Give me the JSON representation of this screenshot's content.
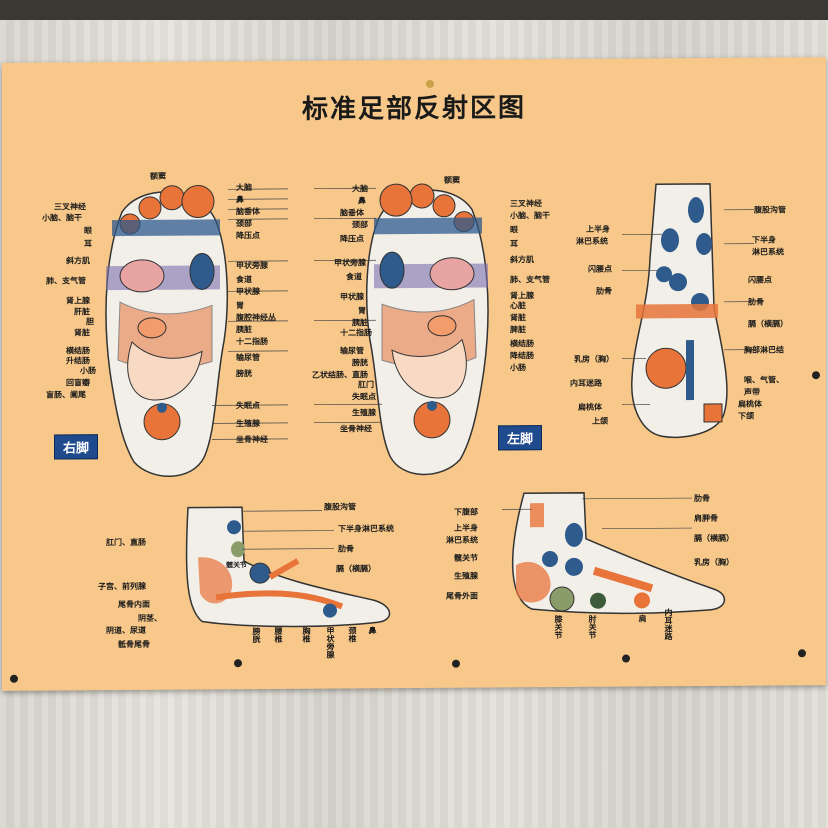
{
  "poster": {
    "title": "标准足部反射区图",
    "right_foot_tag": "右脚",
    "left_foot_tag": "左脚",
    "right_sole_labels": {
      "top": "额窦",
      "left": [
        "三叉神经",
        "小脑、脑干",
        "眼",
        "耳",
        "斜方肌",
        "肺、支气管",
        "肾上腺",
        "肝脏",
        "胆",
        "肾脏",
        "横结肠",
        "升结肠",
        "小肠",
        "回盲瓣",
        "盲肠、阑尾"
      ],
      "right": [
        "大脑",
        "鼻",
        "脑垂体",
        "颈部",
        "降压点",
        "甲状旁腺",
        "食道",
        "甲状腺",
        "胃",
        "腹腔神经丛",
        "胰脏",
        "十二指肠",
        "输尿管",
        "膀胱",
        "失眠点",
        "生殖腺",
        "坐骨神经"
      ]
    },
    "left_sole_labels": {
      "top": "额窦",
      "left": [
        "大脑",
        "鼻",
        "脑垂体",
        "颈部",
        "降压点",
        "甲状旁腺",
        "食道",
        "甲状腺",
        "胃",
        "胰脏",
        "十二指肠",
        "输尿管",
        "膀胱",
        "乙状结肠、直肠",
        "肛门",
        "失眠点",
        "生殖腺",
        "坐骨神经"
      ],
      "right": [
        "三叉神经",
        "小脑、脑干",
        "眼",
        "耳",
        "斜方肌",
        "肺、支气管",
        "肾上腺",
        "心脏",
        "肾脏",
        "脾脏",
        "横结肠",
        "降结肠",
        "小肠"
      ]
    },
    "dorsum_labels": {
      "left": [
        "上半身",
        "淋巴系统",
        "闪腰点",
        "肋骨",
        "乳房（胸）",
        "内耳迷路",
        "扁桃体",
        "上颌"
      ],
      "right": [
        "腹股沟管",
        "下半身",
        "淋巴系统",
        "闪腰点",
        "肋骨",
        "膈（横膈）",
        "胸部淋巴结",
        "喉、气管、",
        "声带",
        "扁桃体",
        "下颌"
      ]
    },
    "medial_labels": {
      "left": [
        "肛门、直肠",
        "子宫、前列腺",
        "尾骨内面",
        "阴茎、",
        "阴道、尿道",
        "骶骨尾骨"
      ],
      "right": [
        "腹股沟管",
        "下半身淋巴系统",
        "肋骨",
        "膈（横膈）"
      ],
      "inner": "髋关节",
      "bottom": [
        "膀胱",
        "腰椎",
        "胸椎",
        "甲状旁腺",
        "颈椎",
        "鼻"
      ]
    },
    "lateral_labels": {
      "left": [
        "下腹部",
        "上半身",
        "淋巴系统",
        "髋关节",
        "生殖腺",
        "尾骨外面"
      ],
      "right": [
        "肋骨",
        "肩胛骨",
        "膈（横膈）",
        "乳房（胸）"
      ],
      "bottom": [
        "膝关节",
        "肘关节",
        "肩",
        "内耳迷路"
      ]
    }
  },
  "colors": {
    "poster": "#f7c88a",
    "tag": "#1f4b8e",
    "orange": "#e8743a",
    "blue": "#2e5a8c",
    "grey": "#f2efe9"
  }
}
